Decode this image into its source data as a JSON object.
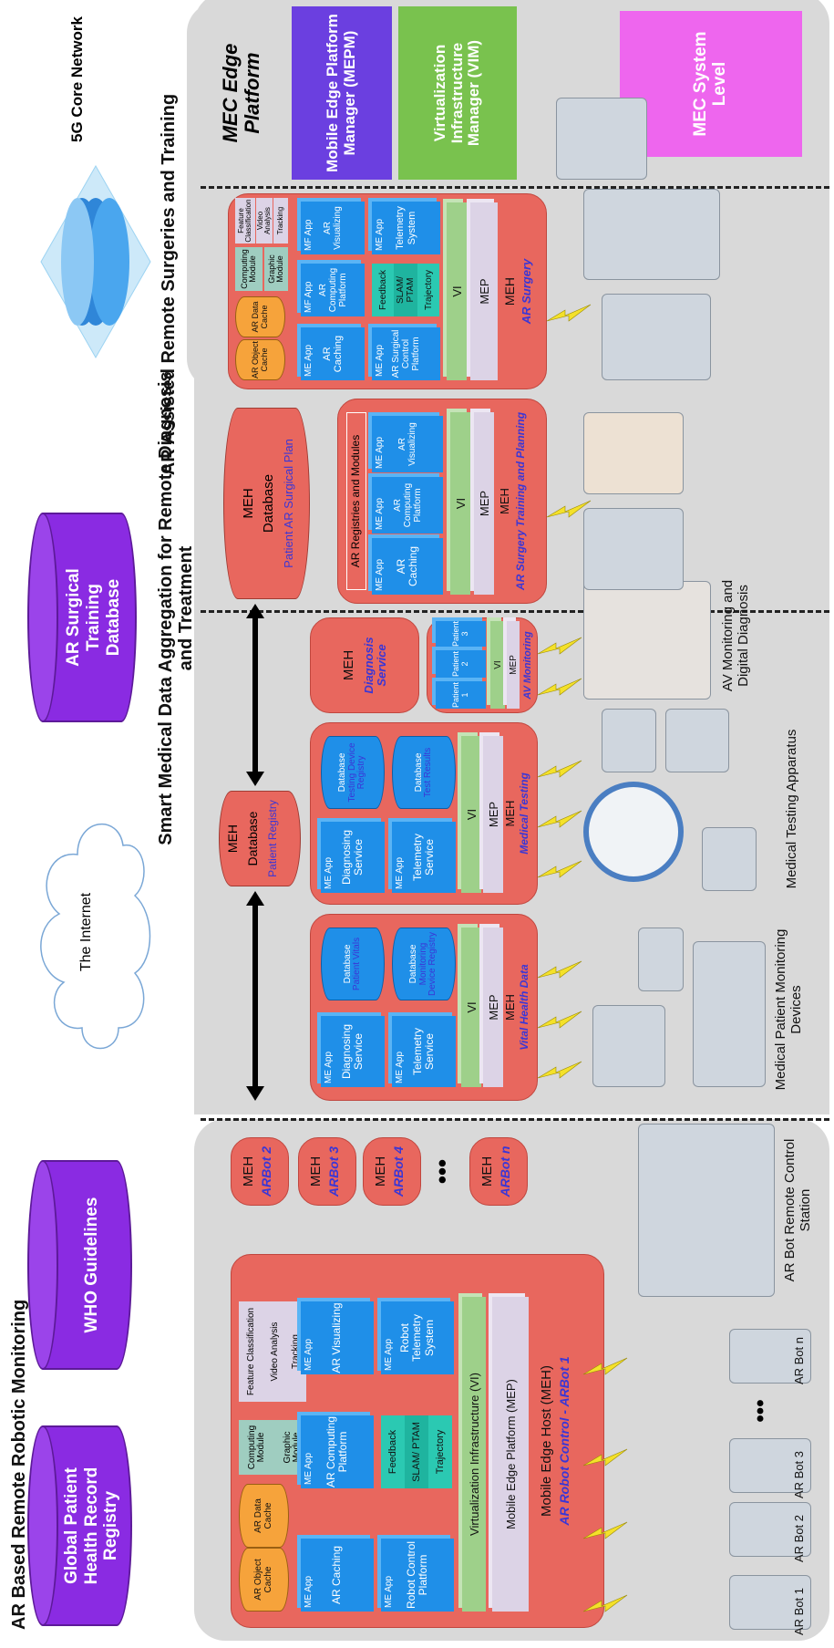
{
  "headers": {
    "ar_robotic": "AR Based Remote Robotic Monitoring",
    "smart_medical": "Smart Medical Data Aggregation for Remote Diagnosis and Treatment",
    "ar_assisted": "AR Assisted Remote Surgeries and Training",
    "core": "5G Core Network"
  },
  "top": {
    "global_registry": "Global Patient Health Record Registry",
    "who": "WHO Guidelines",
    "internet": "The Internet",
    "ar_training_db": "AR Surgical Training Database",
    "mec_system": "MEC System Level",
    "mec_edge": "MEC Edge Platform",
    "mepm": "Mobile Edge Platform Manager (MEPM)",
    "vim": "Virtualization Infrastructure Manager (VIM)"
  },
  "robot": {
    "ar_object_cache": "AR Object Cache",
    "ar_data_cache": "AR Data Cache",
    "computing_module": "Computing Module",
    "graphic_module": "Graphic Module",
    "feature": "Feature Classification",
    "video": "Video Analysis",
    "tracking": "Tracking",
    "me_app": "ME App",
    "ar_caching": "AR Caching",
    "ar_computing": "AR Computing Platform",
    "ar_visualizing": "AR Visualizing",
    "robot_control": "Robot Control Platform",
    "feedback": "Feedback",
    "slam": "SLAM/ PTAM",
    "trajectory": "Trajectory",
    "robot_telemetry": "Robot Telemetry System",
    "vi": "Virtualization Infrastructure (VI)",
    "mep": "Mobile Edge Platform (MEP)",
    "meh": "Mobile Edge Host (MEH)",
    "meh_sub": "AR Robot Control - ARBot 1",
    "arbots": [
      "ARBot 2",
      "ARBot 3",
      "ARBot 4",
      "ARBot n"
    ],
    "meh_short": "MEH",
    "ellipsis": "•••",
    "bots": [
      "AR Bot 1",
      "AR Bot 2",
      "AR Bot 3",
      "AR Bot n"
    ],
    "station": "AR Bot Remote Control Station"
  },
  "medical": {
    "central_meh": "MEH",
    "central_db": "Database",
    "central_reg": "Patient Registry",
    "database": "Database",
    "vital": {
      "diag": "Diagnosing Service",
      "tele": "Telemetry Service",
      "db1": "Patient Vitals",
      "db2": "Monitoring Device Registry",
      "sub": "Vital Health Data"
    },
    "testing": {
      "diag": "Diagnosing Service",
      "tele": "Telemetry Service",
      "db1": "Testing Device Registry",
      "db2": "Test Results",
      "sub": "Medical Testing"
    },
    "diagnosis_service": "Diagnosis Service",
    "av": {
      "patients": [
        "Patient 1",
        "Patient 2",
        "Patient 3"
      ],
      "sub": "AV Monitoring"
    },
    "vi": "VI",
    "mep": "MEP",
    "meh": "MEH",
    "me_app": "ME App",
    "captions": {
      "monitoring": "Medical Patient Monitoring Devices",
      "testing": "Medical Testing Apparatus",
      "av": "AV Monitoring and Digital Diagnosis"
    }
  },
  "surgery": {
    "db_meh": "MEH",
    "db": "Database",
    "db_sub": "Patient AR Surgical Plan",
    "registries": "AR Registries and Modules",
    "training_sub": "AR Surgery Training and Planning",
    "surgery_sub": "AR Surgery",
    "surgical_control": "AR Surgical Control Platform",
    "telemetry": "Telemetry System",
    "mf_app": "MF App"
  },
  "colors": {
    "band": "#d9d9d9",
    "meh": "#e8675e",
    "cube": "#1f8fe8",
    "vi": "#9ed08a",
    "mep": "#dcd3e6",
    "purple": "#8a2be2",
    "mec_system": "#ee66ee",
    "mepm": "#6b3fe0",
    "vim": "#79c24e"
  }
}
